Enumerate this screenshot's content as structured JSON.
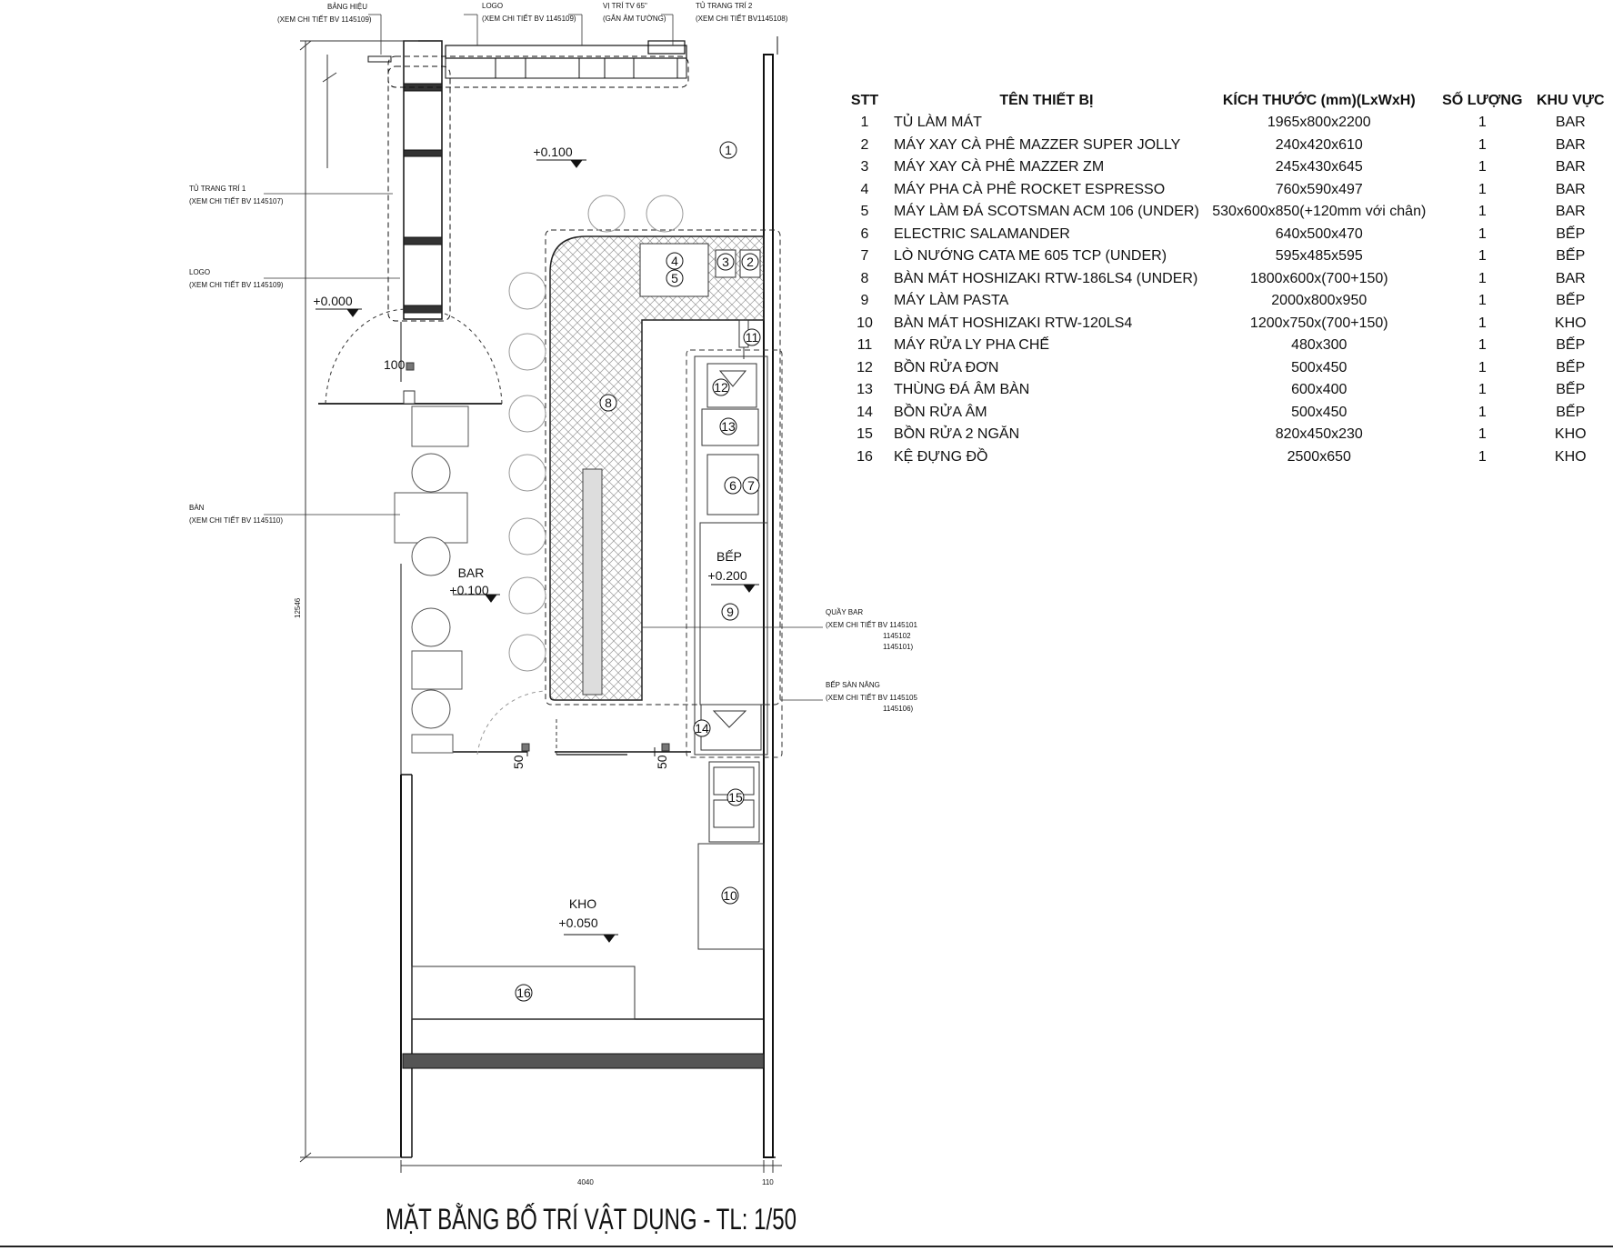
{
  "drawing_title": "MẶT BẰNG BỐ TRÍ VẬT DỤNG - TL: 1/50",
  "callouts": {
    "bang_hieu": {
      "title": "BẢNG HIỆU",
      "ref": "(XEM CHI TIẾT BV 1145109)"
    },
    "logo_top": {
      "title": "LOGO",
      "ref": "(XEM CHI TIẾT BV 1145109)"
    },
    "tv": {
      "title": "VỊ TRÍ TV 65\"",
      "ref": "(GẮN ÂM TƯỜNG)"
    },
    "tu_trang_tri_2": {
      "title": "TỦ TRANG TRÍ 2",
      "ref": "(XEM CHI TIẾT BV1145108)"
    },
    "tu_trang_tri_1": {
      "title": "TỦ TRANG TRÍ 1",
      "ref": "(XEM CHI TIẾT BV 1145107)"
    },
    "logo_side": {
      "title": "LOGO",
      "ref": "(XEM CHI TIẾT BV 1145109)"
    },
    "ban": {
      "title": "BÀN",
      "ref": "(XEM CHI TIẾT BV 1145110)"
    },
    "quay_bar": {
      "title": "QUẦY BAR",
      "ref": "(XEM CHI TIẾT BV 1145101",
      "ref2": "1145102",
      "ref3": "1145101)"
    },
    "bep_san_nang": {
      "title": "BẾP SÀN NÂNG",
      "ref": "(XEM CHI TIẾT BV 1145105",
      "ref2": "1145106)"
    }
  },
  "zones": {
    "bar": {
      "name": "BAR",
      "level": "+0.100"
    },
    "bep": {
      "name": "BẾP",
      "level": "+0.200"
    },
    "kho": {
      "name": "KHO",
      "level": "+0.050"
    },
    "top": {
      "level": "+0.100"
    },
    "entry": {
      "level": "+0.000"
    }
  },
  "dimensions": {
    "d100": "100",
    "d50a": "50",
    "d50b": "50",
    "total_height": "12546",
    "width": "4040",
    "wall": "110"
  },
  "markers": [
    "1",
    "2",
    "3",
    "4",
    "5",
    "6",
    "7",
    "8",
    "9",
    "10",
    "11",
    "12",
    "13",
    "14",
    "15",
    "16"
  ],
  "table": {
    "headers": [
      "STT",
      "TÊN THIẾT BỊ",
      "KÍCH THƯỚC (mm)(LxWxH)",
      "SỐ LƯỢNG",
      "KHU VỰC"
    ],
    "rows": [
      [
        "1",
        "TỦ LÀM MÁT",
        "1965x800x2200",
        "1",
        "BAR"
      ],
      [
        "2",
        "MÁY XAY CÀ PHÊ MAZZER SUPER JOLLY",
        "240x420x610",
        "1",
        "BAR"
      ],
      [
        "3",
        "MÁY XAY CÀ PHÊ MAZZER ZM",
        "245x430x645",
        "1",
        "BAR"
      ],
      [
        "4",
        "MÁY PHA CÀ PHÊ ROCKET ESPRESSO",
        "760x590x497",
        "1",
        "BAR"
      ],
      [
        "5",
        "MÁY LÀM ĐÁ SCOTSMAN ACM 106 (UNDER)",
        "530x600x850(+120mm với chân)",
        "1",
        "BAR"
      ],
      [
        "6",
        "ELECTRIC SALAMANDER",
        "640x500x470",
        "1",
        "BẾP"
      ],
      [
        "7",
        "LÒ NƯỚNG CATA ME 605 TCP (UNDER)",
        "595x485x595",
        "1",
        "BẾP"
      ],
      [
        "8",
        "BÀN MÁT HOSHIZAKI RTW-186LS4 (UNDER)",
        "1800x600x(700+150)",
        "1",
        "BAR"
      ],
      [
        "9",
        "MÁY LÀM PASTA",
        "2000x800x950",
        "1",
        "BẾP"
      ],
      [
        "10",
        "BÀN MÁT HOSHIZAKI RTW-120LS4",
        "1200x750x(700+150)",
        "1",
        "KHO"
      ],
      [
        "11",
        "MÁY RỬA LY PHA CHẾ",
        "480x300",
        "1",
        "BẾP"
      ],
      [
        "12",
        "BỒN RỬA ĐƠN",
        "500x450",
        "1",
        "BẾP"
      ],
      [
        "13",
        "THÙNG ĐÁ ÂM BÀN",
        "600x400",
        "1",
        "BẾP"
      ],
      [
        "14",
        "BỒN RỬA ÂM",
        "500x450",
        "1",
        "BẾP"
      ],
      [
        "15",
        "BỒN RỬA 2 NGĂN",
        "820x450x230",
        "1",
        "KHO"
      ],
      [
        "16",
        "KỆ ĐỰNG ĐỒ",
        "2500x650",
        "1",
        "KHO"
      ]
    ]
  }
}
